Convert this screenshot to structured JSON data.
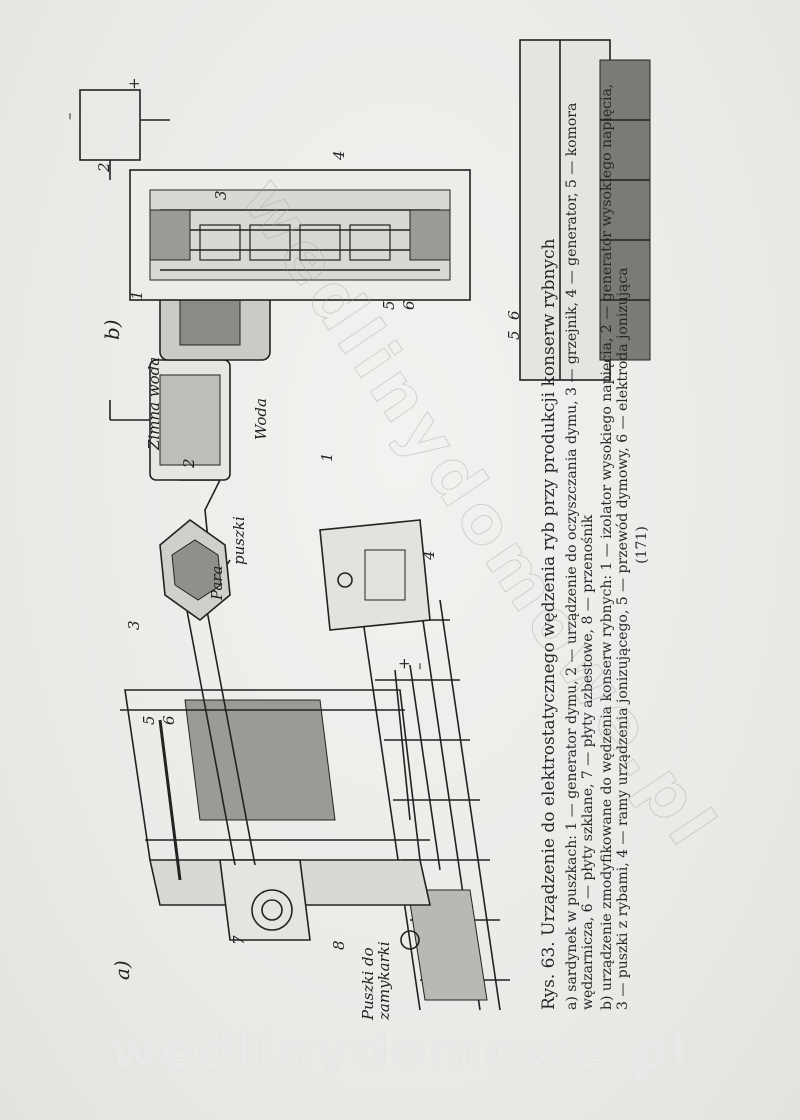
{
  "panels": {
    "a": "a)",
    "b": "b)"
  },
  "labels_a": {
    "n1": "1",
    "n2": "2",
    "n3": "3",
    "n4": "4",
    "n5": "5",
    "n6": "6",
    "n7": "7",
    "n8": "8",
    "zimna_woda": "Zimna woda",
    "woda": "Woda",
    "para": "Para",
    "puszki": "puszki",
    "puszki_do_zamykarki": "Puszki do zamykarki",
    "plus": "+",
    "minus": "–"
  },
  "labels_b": {
    "n1": "1",
    "n2": "2",
    "n3": "3",
    "n4": "4",
    "n5": "5",
    "n6": "6",
    "n5_lower": "5",
    "n6_lower": "6",
    "plus": "+",
    "minus": "–"
  },
  "caption": {
    "title": "Rys. 63. Urządzenie do elektrostatycznego wędzenia ryb przy produkcji konserw rybnych",
    "part_a": "a) sardynek w puszkach: 1 — generator dymu, 2 — urządzenie do oczyszczania dymu, 3 — grzejnik, 4 — generator, 5 — komora wędzarnicza, 6 — płyty szklane, 7 — płyty azbestowe, 8 — przenośnik",
    "part_b": "b) urządzenie zmodyfikowane do wędzenia konserw rybnych: 1 — izolator wysokiego napięcia, 2 — generator wysokiego napięcia, 3 — puszki z rybami, 4 — ramy urządzenia jonizującego, 5 — przewód dymowy, 6 — elektroda jonizująca",
    "ref": "(171)"
  },
  "watermark": "wedlinydomowe.pl"
}
